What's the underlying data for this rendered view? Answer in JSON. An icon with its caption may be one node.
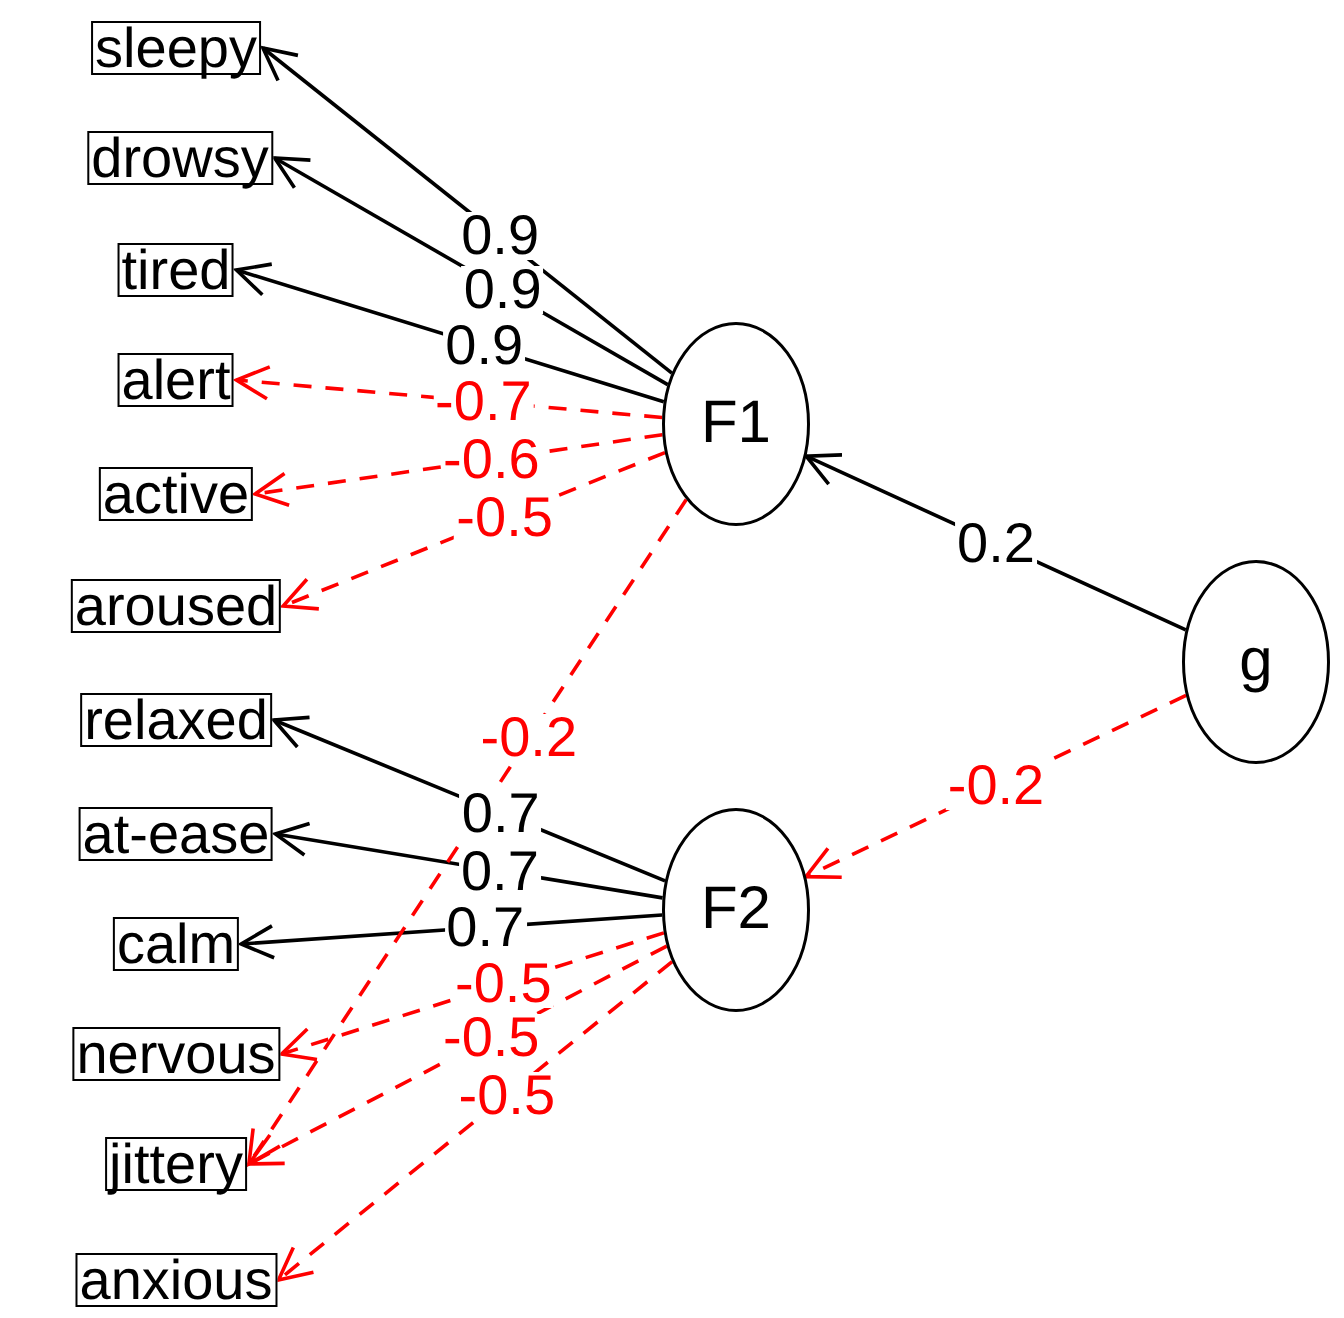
{
  "diagram": {
    "nodes": [
      {
        "text": [
          "sleepy"
        ]
      },
      {
        "text": [
          "drowsy"
        ]
      },
      {
        "text": [
          "tired"
        ]
      },
      {
        "text": [
          "alert"
        ]
      },
      {
        "text": [
          "active"
        ]
      },
      {
        "text": [
          "aroused"
        ]
      },
      {
        "text": [
          "relaxed"
        ]
      },
      {
        "text": [
          "at-ease"
        ]
      },
      {
        "text": [
          "calm"
        ]
      },
      {
        "text": [
          "nervous"
        ]
      },
      {
        "text": [
          "jittery"
        ]
      },
      {
        "text": [
          "anxious"
        ]
      },
      {
        "text": [
          "F1"
        ]
      },
      {
        "text": [
          "F2"
        ]
      },
      {
        "text": [
          "g"
        ]
      }
    ],
    "edges": [
      {
        "from": 12,
        "to": 0,
        "arrow": "to",
        "label": "0.9",
        "color": "#000000"
      },
      {
        "from": 12,
        "to": 1,
        "arrow": "to",
        "label": "0.9",
        "color": "#000000"
      },
      {
        "from": 12,
        "to": 2,
        "arrow": "to",
        "label": "0.9",
        "color": "#000000"
      },
      {
        "from": 12,
        "to": 3,
        "arrow": "to",
        "label": "-0.7",
        "style": "dashed",
        "color": "#ff0000"
      },
      {
        "from": 12,
        "to": 4,
        "arrow": "to",
        "label": "-0.6",
        "style": "dashed",
        "color": "#ff0000"
      },
      {
        "from": 12,
        "to": 5,
        "arrow": "to",
        "label": "-0.5",
        "style": "dashed",
        "color": "#ff0000"
      },
      {
        "from": 13,
        "to": 6,
        "arrow": "to",
        "label": "0.7",
        "color": "#000000"
      },
      {
        "from": 13,
        "to": 7,
        "arrow": "to",
        "label": "0.7",
        "color": "#000000"
      },
      {
        "from": 13,
        "to": 8,
        "arrow": "to",
        "label": "0.7",
        "color": "#000000"
      },
      {
        "from": 13,
        "to": 9,
        "arrow": "to",
        "label": "-0.5",
        "style": "dashed",
        "color": "#ff0000"
      },
      {
        "from": 13,
        "to": 10,
        "arrow": "to",
        "label": "-0.5",
        "style": "dashed",
        "color": "#ff0000"
      },
      {
        "from": 13,
        "to": 11,
        "arrow": "to",
        "label": "-0.5",
        "style": "dashed",
        "color": "#ff0000"
      },
      {
        "from": 12,
        "to": 10,
        "arrow": "to",
        "label": "-0.2",
        "style": "dashed",
        "color": "#ff0000"
      },
      {
        "from": 14,
        "to": 12,
        "arrow": "to",
        "label": "0.2",
        "color": "#000000"
      },
      {
        "from": 14,
        "to": 13,
        "arrow": "to",
        "label": "-0.2",
        "style": "dashed",
        "color": "#ff0000"
      }
    ]
  }
}
